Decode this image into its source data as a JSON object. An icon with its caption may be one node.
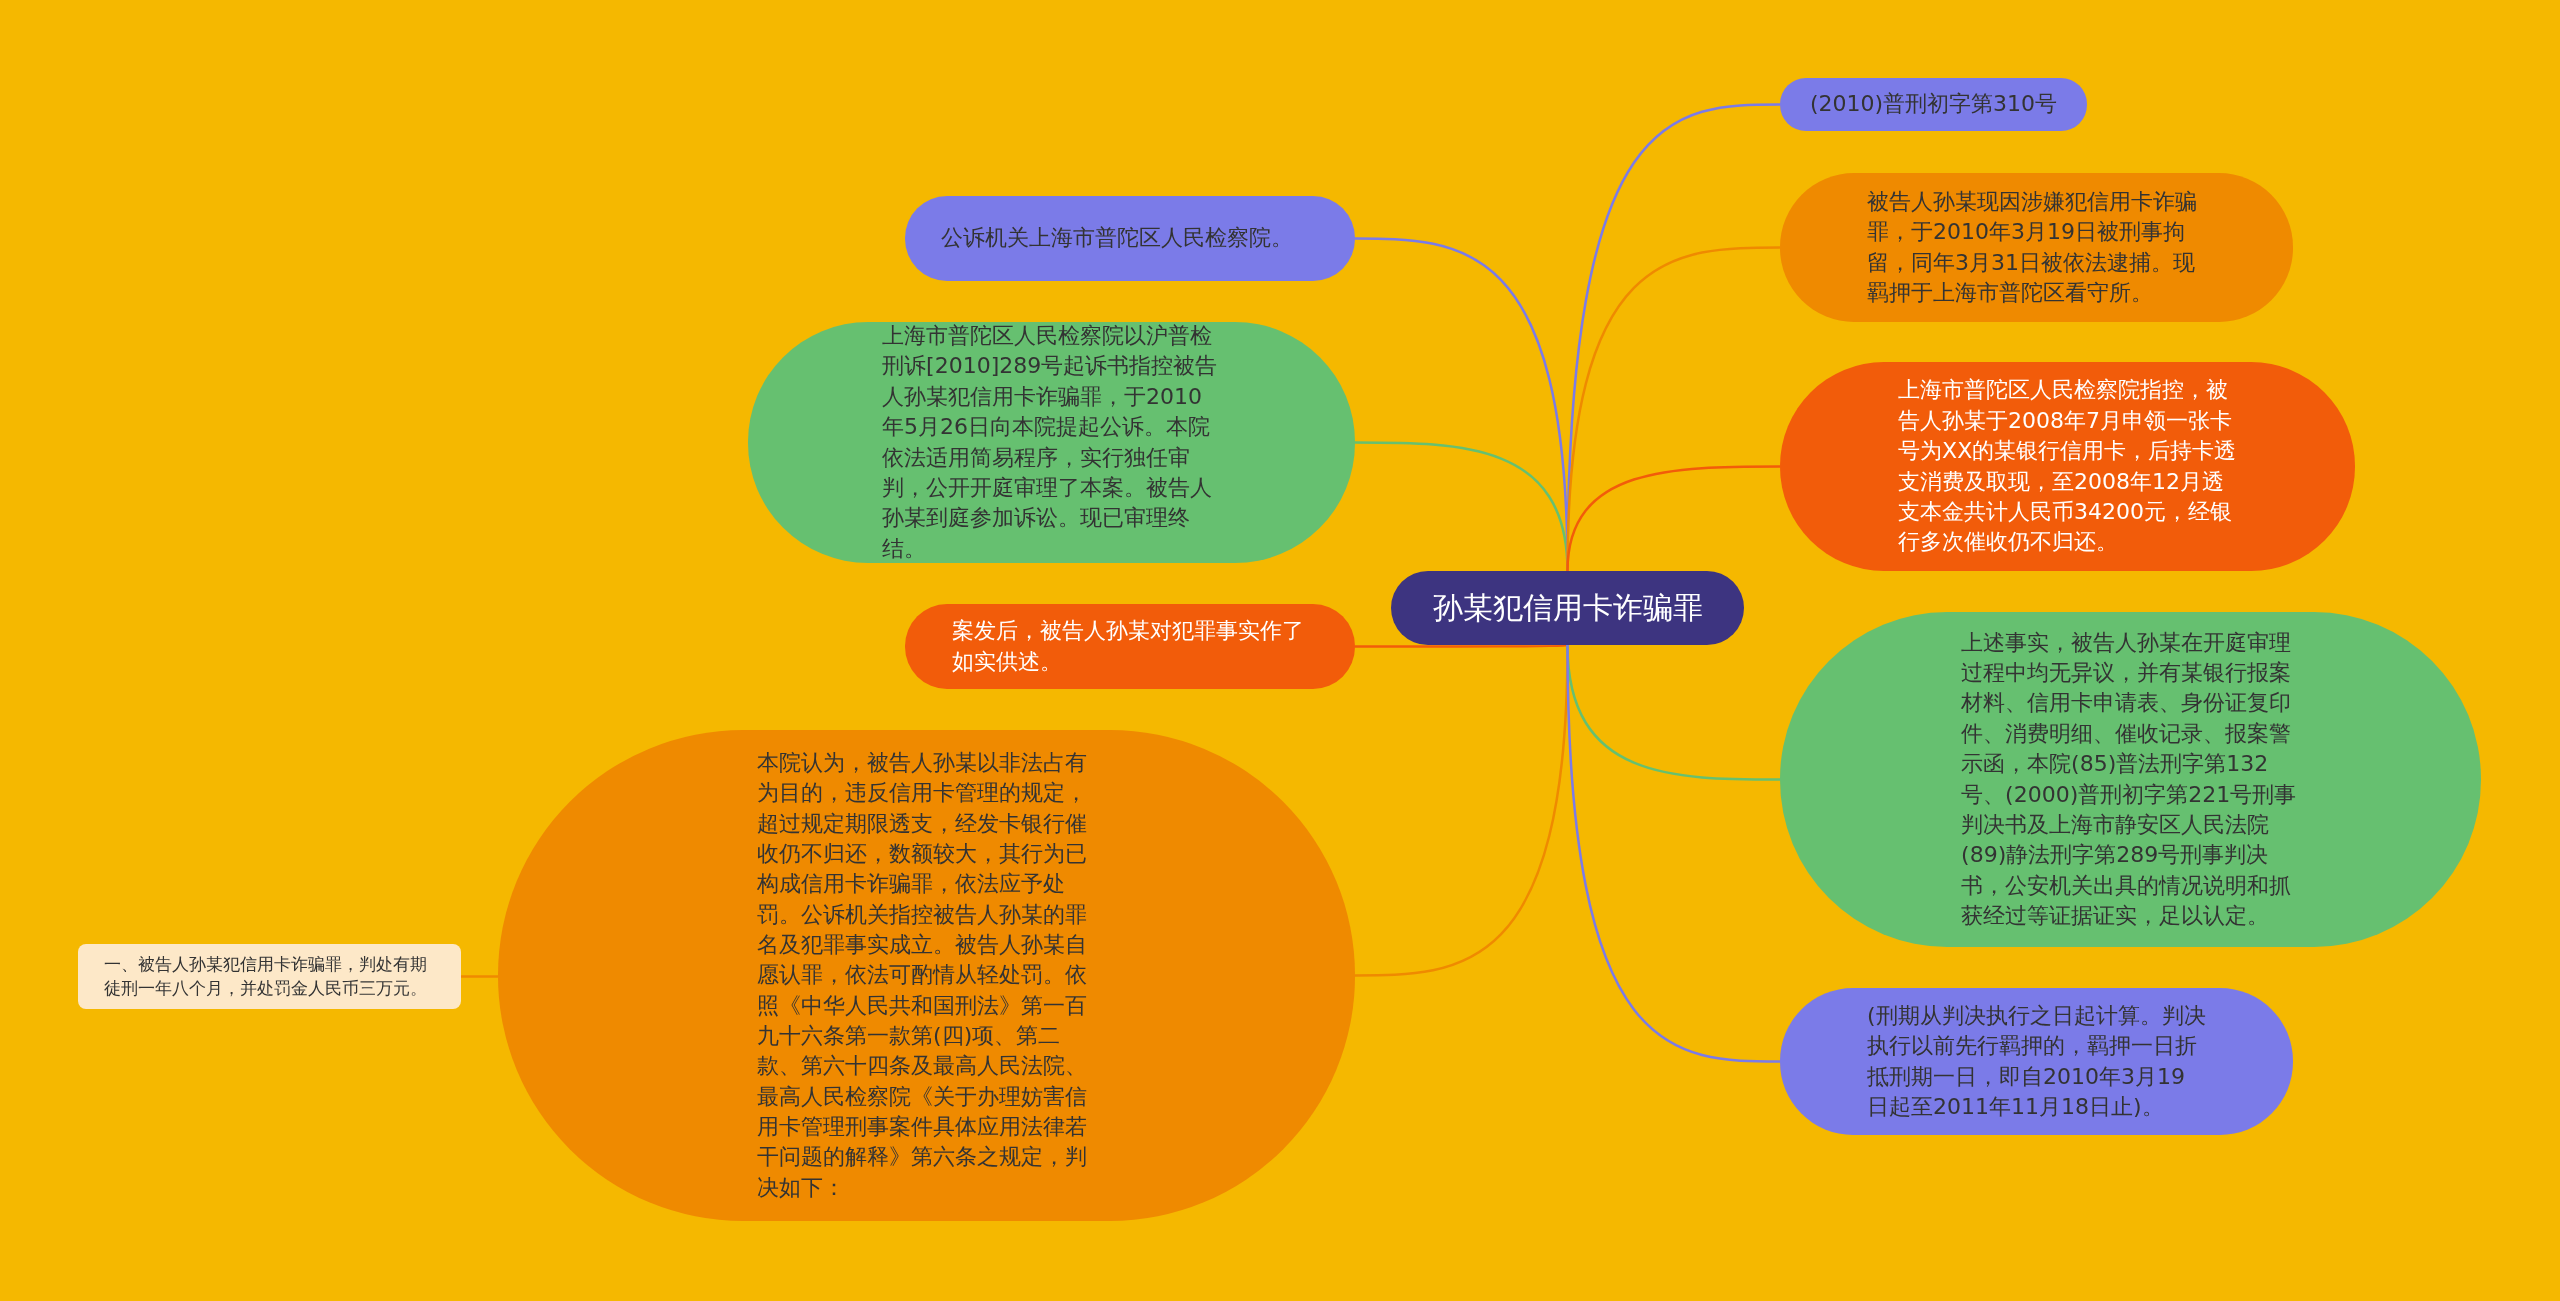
{
  "diagram": {
    "nodes": [
      {
        "text": [
          "孙某犯信用卡诈骗罪"
        ]
      },
      {
        "text": [
          "公诉机关上海市普陀区人民检察院。"
        ]
      },
      {
        "text": [
          "上海市普陀区人民检察院以沪普检刑诉[2010]289号起诉书指控被告人孙某犯信用卡诈骗罪，于2010年5月26日向本院提起公诉。本院依法适用简易程序，实行独任审判，公开开庭审理了本案。被告人孙某到庭参加诉讼。现已审理终结。"
        ]
      },
      {
        "text": [
          "案发后，被告人孙某对犯罪事实作了如实供述。"
        ]
      },
      {
        "text": [
          "本院认为，被告人孙某以非法占有为目的，违反信用卡管理的规定，超过规定期限透支，经发卡银行催收仍不归还，数额较大，其行为已构成信用卡诈骗罪，依法应予处罚。公诉机关指控被告人孙某的罪名及犯罪事实成立。被告人孙某自愿认罪，依法可酌情从轻处罚。依照《中华人民共和国刑法》第一百九十六条第一款第(四)项、第二款、第六十四条及最高人民法院、最高人民检察院《关于办理妨害信用卡管理刑事案件具体应用法律若干问题的解释》第六条之规定，判决如下："
        ]
      },
      {
        "text": [
          "一、被告人孙某犯信用卡诈骗罪，判处有期徒刑一年八个月，并处罚金人民币三万元。"
        ]
      },
      {
        "text": [
          "(2010)普刑初字第310号"
        ]
      },
      {
        "text": [
          "被告人孙某现因涉嫌犯信用卡诈骗罪，于2010年3月19日被刑事拘留，同年3月31日被依法逮捕。现羁押于上海市普陀区看守所。"
        ]
      },
      {
        "text": [
          "上海市普陀区人民检察院指控，被告人孙某于2008年7月申领一张卡号为XX的某银行信用卡，后持卡透支消费及取现，至2008年12月透支本金共计人民币34200元，经银行多次催收仍不归还。"
        ]
      },
      {
        "text": [
          "上述事实，被告人孙某在开庭审理过程中均无异议，并有某银行报案材料、信用卡申请表、身份证复印件、消费明细、催收记录、报案警示函，本院(85)普法刑字第132号、(2000)普刑初字第221号刑事判决书及上海市静安区人民法院(89)静法刑字第289号刑事判决书，公安机关出具的情况说明和抓获经过等证据证实，足以认定。"
        ]
      },
      {
        "text": [
          "(刑期从判决执行之日起计算。判决执行以前先行羁押的，羁押一日折抵刑期一日，即自2010年3月19日起至2011年11月18日止)。"
        ]
      }
    ],
    "edges": [
      {
        "from": 0,
        "to": 1,
        "arrow": "none",
        "color": "#7b7be8"
      },
      {
        "from": 0,
        "to": 2,
        "arrow": "none",
        "color": "#66c070"
      },
      {
        "from": 0,
        "to": 3,
        "arrow": "none",
        "color": "#f25c0a"
      },
      {
        "from": 0,
        "to": 4,
        "arrow": "none",
        "color": "#ef8a00"
      },
      {
        "from": 4,
        "to": 5,
        "arrow": "none",
        "color": "#ef8a00"
      },
      {
        "from": 0,
        "to": 6,
        "arrow": "none",
        "color": "#7b7be8"
      },
      {
        "from": 0,
        "to": 7,
        "arrow": "none",
        "color": "#ef8a00"
      },
      {
        "from": 0,
        "to": 8,
        "arrow": "none",
        "color": "#f25c0a"
      },
      {
        "from": 0,
        "to": 9,
        "arrow": "none",
        "color": "#66c070"
      },
      {
        "from": 0,
        "to": 10,
        "arrow": "none",
        "color": "#7b7be8"
      }
    ]
  }
}
